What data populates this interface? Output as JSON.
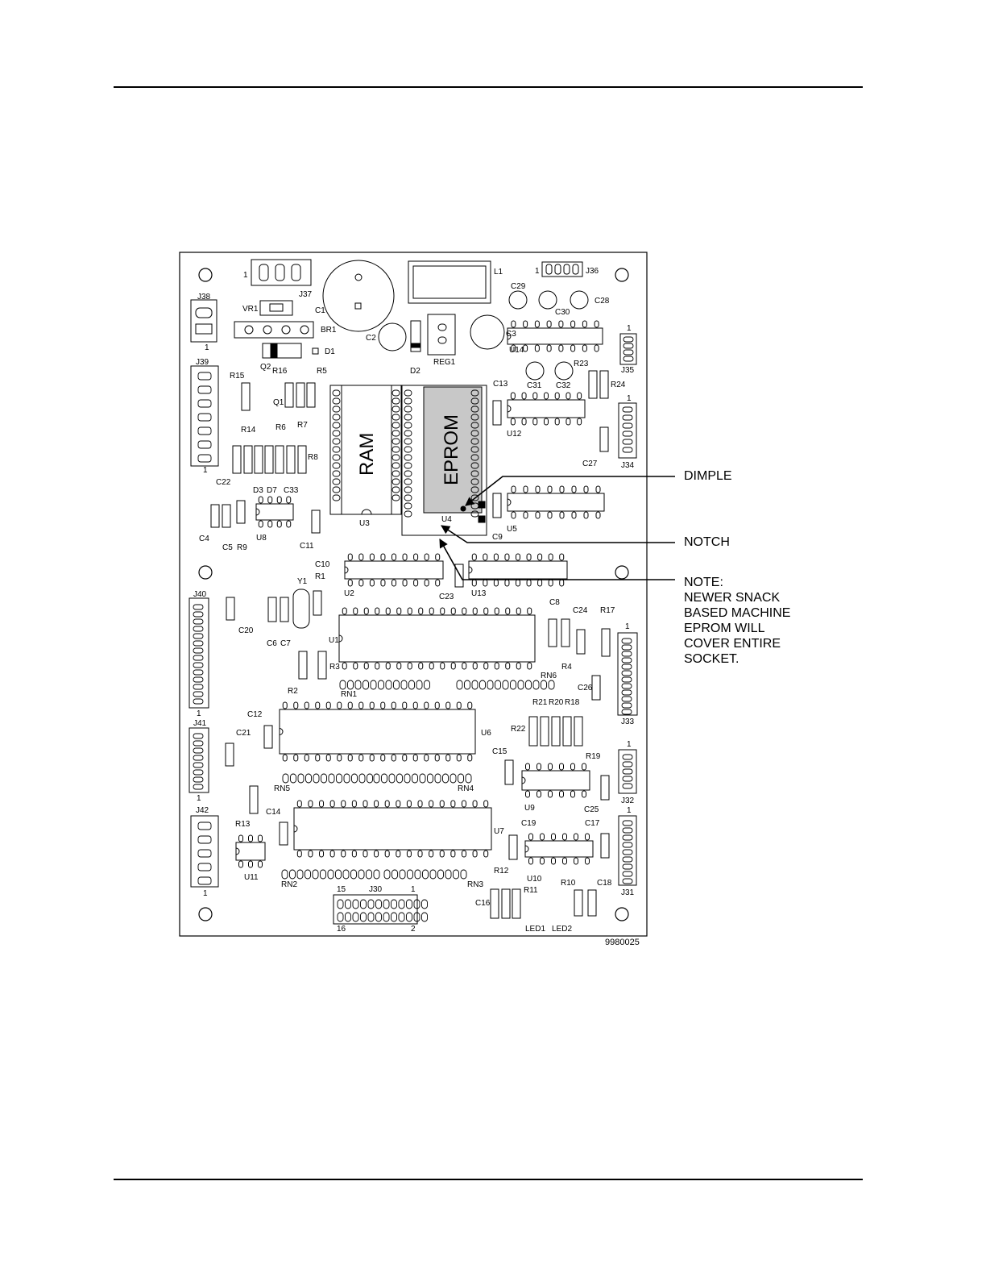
{
  "figure": {
    "id": "9980025",
    "chips": {
      "ram": "RAM",
      "eprom": "EPROM"
    },
    "callouts": {
      "dimple": "DIMPLE",
      "notch": "NOTCH",
      "note": [
        "NOTE:",
        "NEWER SNACK",
        "BASED MACHINE",
        "EPROM WILL",
        "COVER ENTIRE",
        "SOCKET."
      ]
    },
    "labels": [
      {
        "k": "j38",
        "t": "J38"
      },
      {
        "k": "j39",
        "t": "J39"
      },
      {
        "k": "j40",
        "t": "J40"
      },
      {
        "k": "j41",
        "t": "J41"
      },
      {
        "k": "j42",
        "t": "J42"
      },
      {
        "k": "j37",
        "t": "J37"
      },
      {
        "k": "j36",
        "t": "J36"
      },
      {
        "k": "j35",
        "t": "J35"
      },
      {
        "k": "j34",
        "t": "J34"
      },
      {
        "k": "j33",
        "t": "J33"
      },
      {
        "k": "j32",
        "t": "J32"
      },
      {
        "k": "j31",
        "t": "J31"
      },
      {
        "k": "j30",
        "t": "J30"
      },
      {
        "k": "l1",
        "t": "L1"
      },
      {
        "k": "vr1",
        "t": "VR1"
      },
      {
        "k": "br1",
        "t": "BR1"
      },
      {
        "k": "d1",
        "t": "D1"
      },
      {
        "k": "d2",
        "t": "D2"
      },
      {
        "k": "c1",
        "t": "C1"
      },
      {
        "k": "c2",
        "t": "C2"
      },
      {
        "k": "c3",
        "t": "C3"
      },
      {
        "k": "reg1",
        "t": "REG1"
      },
      {
        "k": "c29",
        "t": "C29"
      },
      {
        "k": "c30",
        "t": "C30"
      },
      {
        "k": "c28",
        "t": "C28"
      },
      {
        "k": "u14",
        "t": "U14"
      },
      {
        "k": "c31",
        "t": "C31"
      },
      {
        "k": "c32",
        "t": "C32"
      },
      {
        "k": "r23",
        "t": "R23"
      },
      {
        "k": "r24",
        "t": "R24"
      },
      {
        "k": "c13",
        "t": "C13"
      },
      {
        "k": "u12",
        "t": "U12"
      },
      {
        "k": "c27",
        "t": "C27"
      },
      {
        "k": "r15",
        "t": "R15"
      },
      {
        "k": "q2",
        "t": "Q2"
      },
      {
        "k": "r16",
        "t": "R16"
      },
      {
        "k": "r5",
        "t": "R5"
      },
      {
        "k": "q1",
        "t": "Q1"
      },
      {
        "k": "r14",
        "t": "R14"
      },
      {
        "k": "r6",
        "t": "R6"
      },
      {
        "k": "r7",
        "t": "R7"
      },
      {
        "k": "r8",
        "t": "R8"
      },
      {
        "k": "c22",
        "t": "C22"
      },
      {
        "k": "d3",
        "t": "D3"
      },
      {
        "k": "d7",
        "t": "D7"
      },
      {
        "k": "c33",
        "t": "C33"
      },
      {
        "k": "c4",
        "t": "C4"
      },
      {
        "k": "c5",
        "t": "C5"
      },
      {
        "k": "r9",
        "t": "R9"
      },
      {
        "k": "u8",
        "t": "U8"
      },
      {
        "k": "c11",
        "t": "C11"
      },
      {
        "k": "u3",
        "t": "U3"
      },
      {
        "k": "u4",
        "t": "U4"
      },
      {
        "k": "c9",
        "t": "C9"
      },
      {
        "k": "u5",
        "t": "U5"
      },
      {
        "k": "c10",
        "t": "C10"
      },
      {
        "k": "r1",
        "t": "R1"
      },
      {
        "k": "u2",
        "t": "U2"
      },
      {
        "k": "c23",
        "t": "C23"
      },
      {
        "k": "u13",
        "t": "U13"
      },
      {
        "k": "y1",
        "t": "Y1"
      },
      {
        "k": "c20",
        "t": "C20"
      },
      {
        "k": "c6",
        "t": "C6"
      },
      {
        "k": "c7",
        "t": "C7"
      },
      {
        "k": "u1",
        "t": "U1"
      },
      {
        "k": "r3",
        "t": "R3"
      },
      {
        "k": "r2",
        "t": "R2"
      },
      {
        "k": "rn1",
        "t": "RN1"
      },
      {
        "k": "rn6",
        "t": "RN6"
      },
      {
        "k": "c8",
        "t": "C8"
      },
      {
        "k": "c24",
        "t": "C24"
      },
      {
        "k": "r17",
        "t": "R17"
      },
      {
        "k": "r4",
        "t": "R4"
      },
      {
        "k": "c26",
        "t": "C26"
      },
      {
        "k": "c12",
        "t": "C12"
      },
      {
        "k": "c21",
        "t": "C21"
      },
      {
        "k": "u6",
        "t": "U6"
      },
      {
        "k": "r21",
        "t": "R21"
      },
      {
        "k": "r20",
        "t": "R20"
      },
      {
        "k": "r18",
        "t": "R18"
      },
      {
        "k": "r22",
        "t": "R22"
      },
      {
        "k": "r19",
        "t": "R19"
      },
      {
        "k": "c15",
        "t": "C15"
      },
      {
        "k": "rn5",
        "t": "RN5"
      },
      {
        "k": "rn4",
        "t": "RN4"
      },
      {
        "k": "u9",
        "t": "U9"
      },
      {
        "k": "c25",
        "t": "C25"
      },
      {
        "k": "r13",
        "t": "R13"
      },
      {
        "k": "c14",
        "t": "C14"
      },
      {
        "k": "u7",
        "t": "U7"
      },
      {
        "k": "c19",
        "t": "C19"
      },
      {
        "k": "c17",
        "t": "C17"
      },
      {
        "k": "u11",
        "t": "U11"
      },
      {
        "k": "u10",
        "t": "U10"
      },
      {
        "k": "r12",
        "t": "R12"
      },
      {
        "k": "r11",
        "t": "R11"
      },
      {
        "k": "rn2",
        "t": "RN2"
      },
      {
        "k": "rn3",
        "t": "RN3"
      },
      {
        "k": "c16",
        "t": "C16"
      },
      {
        "k": "r10",
        "t": "R10"
      },
      {
        "k": "c18",
        "t": "C18"
      },
      {
        "k": "led1",
        "t": "LED1"
      },
      {
        "k": "led2",
        "t": "LED2"
      },
      {
        "k": "pin1a",
        "t": "1"
      },
      {
        "k": "pin1b",
        "t": "1"
      },
      {
        "k": "pin1c",
        "t": "1"
      },
      {
        "k": "pin1d",
        "t": "1"
      },
      {
        "k": "pin1e",
        "t": "1"
      },
      {
        "k": "pin1f",
        "t": "1"
      },
      {
        "k": "pin1g",
        "t": "1"
      },
      {
        "k": "pin1h",
        "t": "1"
      },
      {
        "k": "pin1i",
        "t": "1"
      },
      {
        "k": "pin1j",
        "t": "1"
      },
      {
        "k": "pin1k",
        "t": "1"
      },
      {
        "k": "pin1l",
        "t": "1"
      },
      {
        "k": "pin1m",
        "t": "1"
      },
      {
        "k": "j30p15",
        "t": "15"
      },
      {
        "k": "j30p16",
        "t": "16"
      },
      {
        "k": "j30p2",
        "t": "2"
      }
    ]
  }
}
